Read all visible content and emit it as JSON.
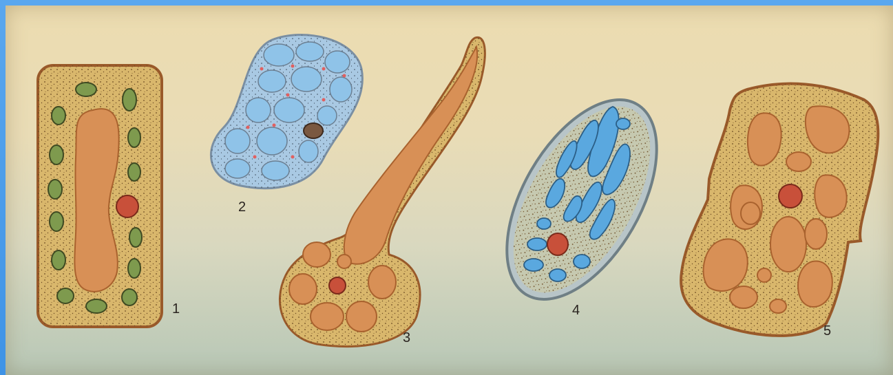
{
  "figure": {
    "labels": [
      "1",
      "2",
      "3",
      "4",
      "5"
    ]
  },
  "colors": {
    "background_blue": "#4a9ceb",
    "paper": "#ead9ae",
    "cytoplasm": "#d9b76c",
    "cell_wall": "#a0602e",
    "vacuole_orange": "#d89056",
    "vacuole_blue": "#8fc3e8",
    "chloroplast_green": "#7e9a4e",
    "nucleus_red": "#c8503a"
  }
}
